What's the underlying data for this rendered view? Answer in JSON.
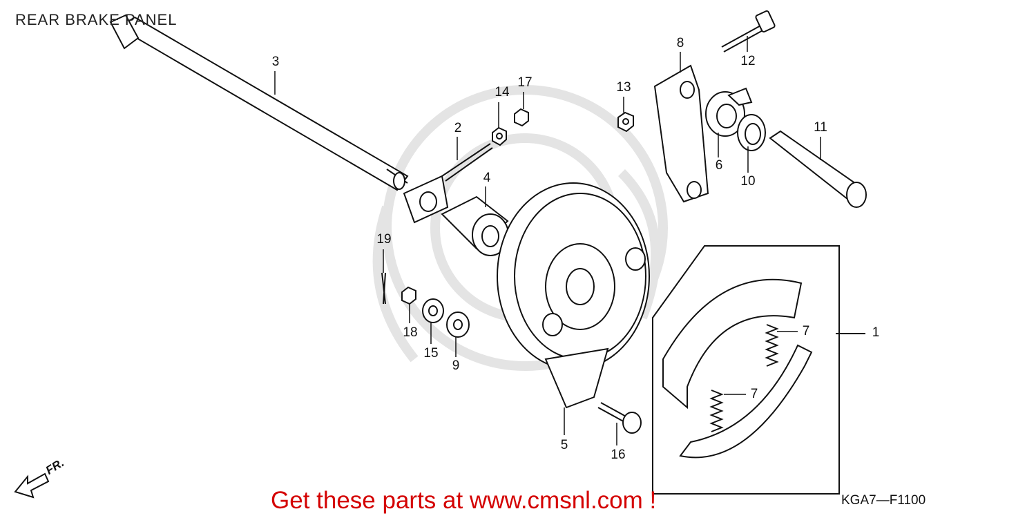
{
  "diagram_title": "REAR BRAKE PANEL",
  "promo_text": "Get these parts at www.cmsnl.com !",
  "diagram_code": "KGA7—F1100",
  "front_label": "FR.",
  "callouts": [
    {
      "id": "c1",
      "label": "1"
    },
    {
      "id": "c2",
      "label": "2"
    },
    {
      "id": "c3",
      "label": "3"
    },
    {
      "id": "c4",
      "label": "4"
    },
    {
      "id": "c5",
      "label": "5"
    },
    {
      "id": "c6",
      "label": "6"
    },
    {
      "id": "c7a",
      "label": "7"
    },
    {
      "id": "c7b",
      "label": "7"
    },
    {
      "id": "c8",
      "label": "8"
    },
    {
      "id": "c9",
      "label": "9"
    },
    {
      "id": "c10",
      "label": "10"
    },
    {
      "id": "c11",
      "label": "11"
    },
    {
      "id": "c12",
      "label": "12"
    },
    {
      "id": "c13",
      "label": "13"
    },
    {
      "id": "c14",
      "label": "14"
    },
    {
      "id": "c15",
      "label": "15"
    },
    {
      "id": "c16",
      "label": "16"
    },
    {
      "id": "c17",
      "label": "17"
    },
    {
      "id": "c18",
      "label": "18"
    },
    {
      "id": "c19",
      "label": "19"
    }
  ],
  "colors": {
    "promo": "#d40000",
    "line": "#111111",
    "watermark": "#e2e2e2"
  }
}
